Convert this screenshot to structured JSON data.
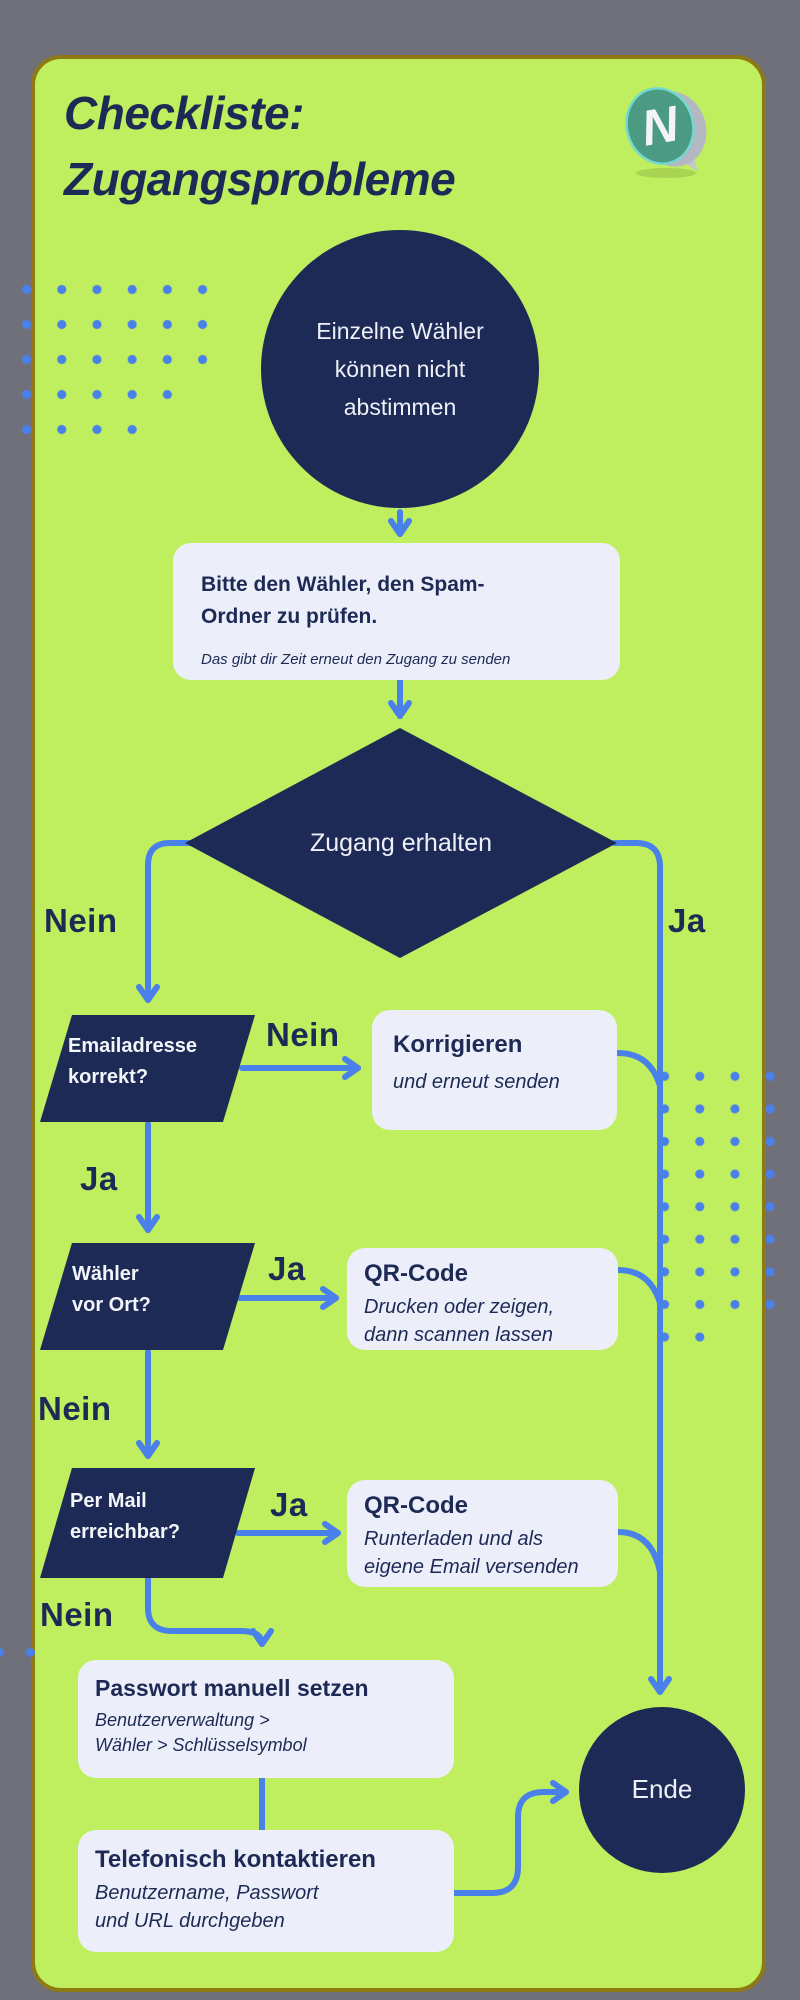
{
  "header": {
    "title_line1": "Checkliste:",
    "title_line2": "Zugangsprobleme",
    "logo_letter": "N"
  },
  "flow": {
    "start": {
      "line1": "Einzelne Wähler",
      "line2": "können nicht",
      "line3": "abstimmen"
    },
    "spam": {
      "title1": "Bitte den Wähler, den Spam-",
      "title2": "Ordner zu prüfen.",
      "note": "Das gibt dir Zeit erneut den Zugang zu senden"
    },
    "decision": {
      "label": "Zugang erhalten"
    },
    "email_check": {
      "line1": "Emailadresse",
      "line2": "korrekt?"
    },
    "korrigieren": {
      "title": "Korrigieren",
      "note": "und erneut senden"
    },
    "onsite_check": {
      "line1": "Wähler",
      "line2": "vor Ort?"
    },
    "qr_print": {
      "title": "QR-Code",
      "note1": "Drucken oder zeigen,",
      "note2": "dann scannen lassen"
    },
    "mail_check": {
      "line1": "Per Mail",
      "line2": "erreichbar?"
    },
    "qr_send": {
      "title": "QR-Code",
      "note1": "Runterladen und als",
      "note2": "eigene Email versenden"
    },
    "password": {
      "title": "Passwort manuell setzen",
      "note1": "Benutzerverwaltung >",
      "note2": "Wähler > Schlüsselsymbol"
    },
    "phone": {
      "title": "Telefonisch kontaktieren",
      "note1": "Benutzername, Passwort",
      "note2": "und URL durchgeben"
    },
    "end": {
      "label": "Ende"
    }
  },
  "labels": {
    "decision_no": "Nein",
    "decision_yes": "Ja",
    "email_no": "Nein",
    "email_yes": "Ja",
    "onsite_yes": "Ja",
    "onsite_no": "Nein",
    "mail_yes": "Ja",
    "mail_no": "Nein"
  },
  "colors": {
    "page_background": "#70707a",
    "card_background": "#bfee5f",
    "card_border": "#8d7a15",
    "shape_navy": "#1d2a55",
    "connector_blue": "#4a80ea",
    "box_background": "#eceffa",
    "light_text": "#edf1f7",
    "logo_teal": "#4a9b82"
  }
}
